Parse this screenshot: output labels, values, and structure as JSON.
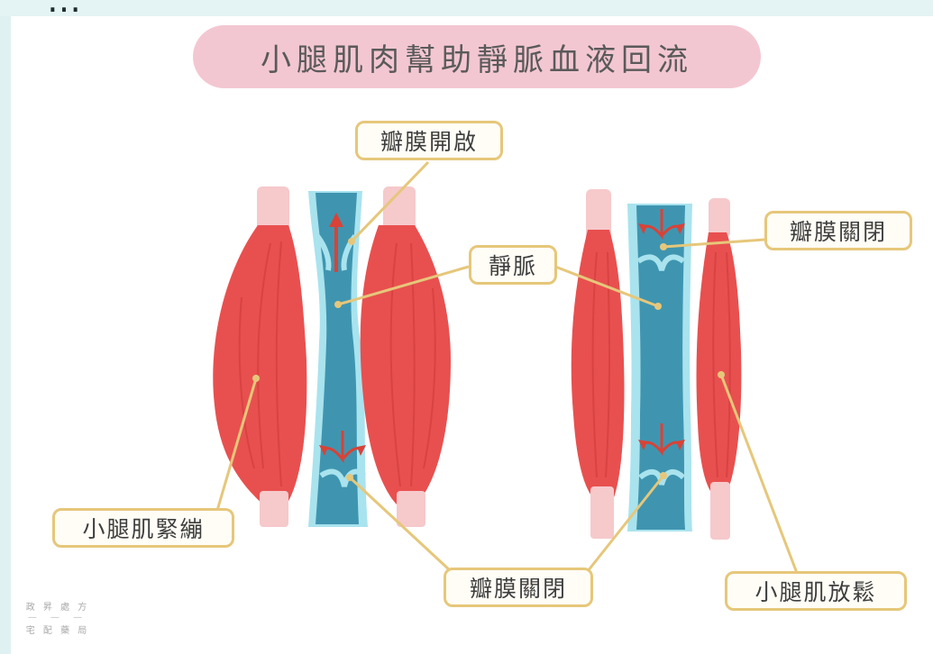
{
  "slide_header_fragment": "…",
  "title": "小腿肌肉幫助靜脈血液回流",
  "labels": {
    "valve_open": "瓣膜開啟",
    "vein": "靜脈",
    "valve_closed_right": "瓣膜關閉",
    "calf_contracted": "小腿肌緊繃",
    "valve_closed_bottom": "瓣膜關閉",
    "calf_relaxed": "小腿肌放鬆"
  },
  "watermark": {
    "line1": "政 昇 處 方",
    "line2": "宅 配 藥 局"
  },
  "colors": {
    "muscle": "#e8504f",
    "tendon": "#f6c9cb",
    "vein_blue": "#3f95b0",
    "vein_wall": "#a9e3ee",
    "flow_arrow": "#d94237",
    "label_border": "#e6c77a",
    "title_pill": "#f3c7d2"
  }
}
